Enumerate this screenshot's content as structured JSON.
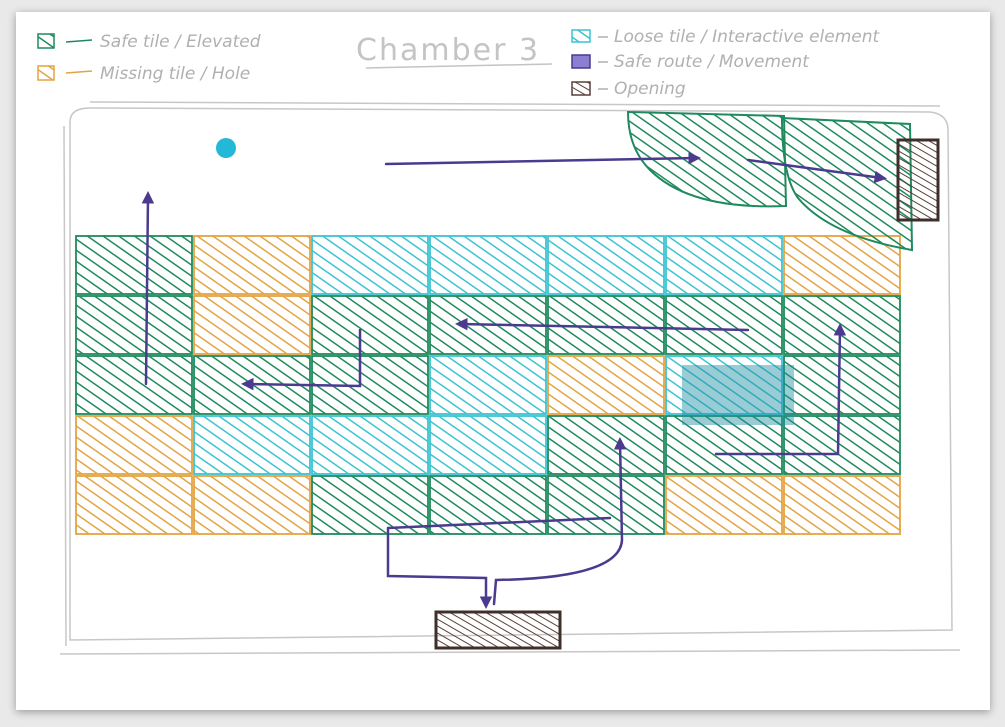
{
  "title": "Chamber 3",
  "legend": [
    {
      "label": "Safe tile / Elevated",
      "color": "#1f8a5e",
      "kind": "swatch"
    },
    {
      "label": "Missing tile / Hole",
      "color": "#e3a443",
      "kind": "swatch"
    },
    {
      "label": "Loose tile / Interactive element",
      "color": "#3cc3d3",
      "kind": "swatch"
    },
    {
      "label": "Safe route / Movement",
      "color": "#4b3a8e",
      "kind": "swatch"
    },
    {
      "label": "Opening",
      "color": "#5a4039",
      "kind": "swatch"
    }
  ],
  "colors": {
    "safe": "#1f8a5e",
    "hole": "#e3a443",
    "loose": "#3cc3d3",
    "route": "#4b3a8e",
    "opening": "#5a4039",
    "pencil": "#c7c7c7"
  },
  "grid": {
    "rows": 5,
    "cols": 7,
    "tiles": [
      [
        "safe",
        "hole",
        "loose",
        "loose",
        "loose",
        "loose",
        "hole"
      ],
      [
        "safe",
        "hole",
        "safe",
        "safe",
        "safe",
        "safe",
        "safe"
      ],
      [
        "safe",
        "safe",
        "safe",
        "loose",
        "hole",
        "loose",
        "safe"
      ],
      [
        "hole",
        "loose",
        "loose",
        "loose",
        "safe",
        "safe",
        "safe"
      ],
      [
        "hole",
        "hole",
        "safe",
        "safe",
        "safe",
        "hole",
        "hole"
      ]
    ]
  }
}
